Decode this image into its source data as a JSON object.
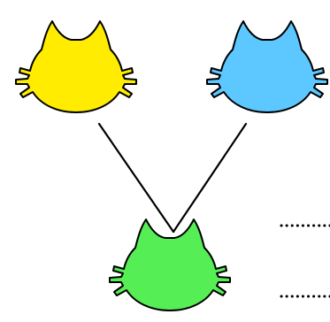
{
  "diagram": {
    "kind": "family tree of cat heads",
    "nodes": [
      {
        "id": "parent-left",
        "role": "parent",
        "color": "#ffec00"
      },
      {
        "id": "parent-right",
        "role": "parent",
        "color": "#5cc8ff"
      },
      {
        "id": "child",
        "role": "offspring",
        "color": "#55ee55"
      }
    ],
    "edges": [
      {
        "from": "parent-left",
        "to": "child",
        "style": "solid"
      },
      {
        "from": "parent-right",
        "to": "child",
        "style": "solid"
      }
    ],
    "continuation": {
      "style": "dotted",
      "count": 2
    },
    "outline_color": "#000000"
  }
}
